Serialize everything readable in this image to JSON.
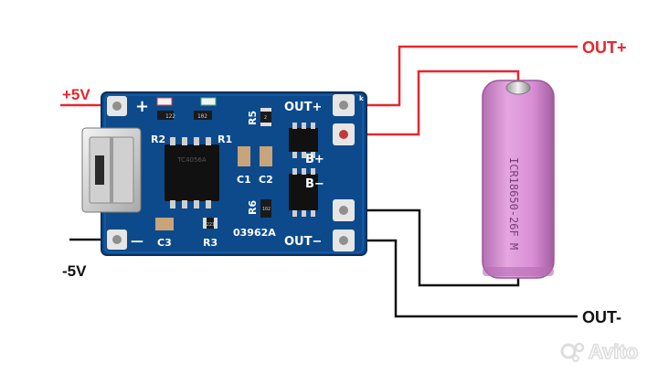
{
  "labels": {
    "plus5v": "+5V",
    "minus5v": "-5V",
    "out_plus": "OUT+",
    "out_minus": "OUT-"
  },
  "board": {
    "plus": "+",
    "minus": "—",
    "r2": "R2",
    "r1": "R1",
    "r5": "R5",
    "r6": "R6",
    "r3": "R3",
    "c1": "C1",
    "c2": "C2",
    "c3": "C3",
    "out_plus": "OUT+",
    "out_minus": "OUT−",
    "b_plus": "B+",
    "b_minus": "B−",
    "code": "03962A",
    "corner_k": "k",
    "chip_text": "TC4056A",
    "resistor_code_r2": "122",
    "resistor_code_r1": "102",
    "resistor_code_r3": "221",
    "resistor_code_r6": "102",
    "resistor_code_r5": "2"
  },
  "battery": {
    "text": "ICR18650-26F M"
  },
  "watermark": {
    "text": "Avito"
  },
  "colors": {
    "pcb": "#0d4a8c",
    "wire_red": "#e8262d",
    "wire_black": "#111111",
    "battery": "#d98fd4",
    "pad": "#e6e6e6"
  }
}
